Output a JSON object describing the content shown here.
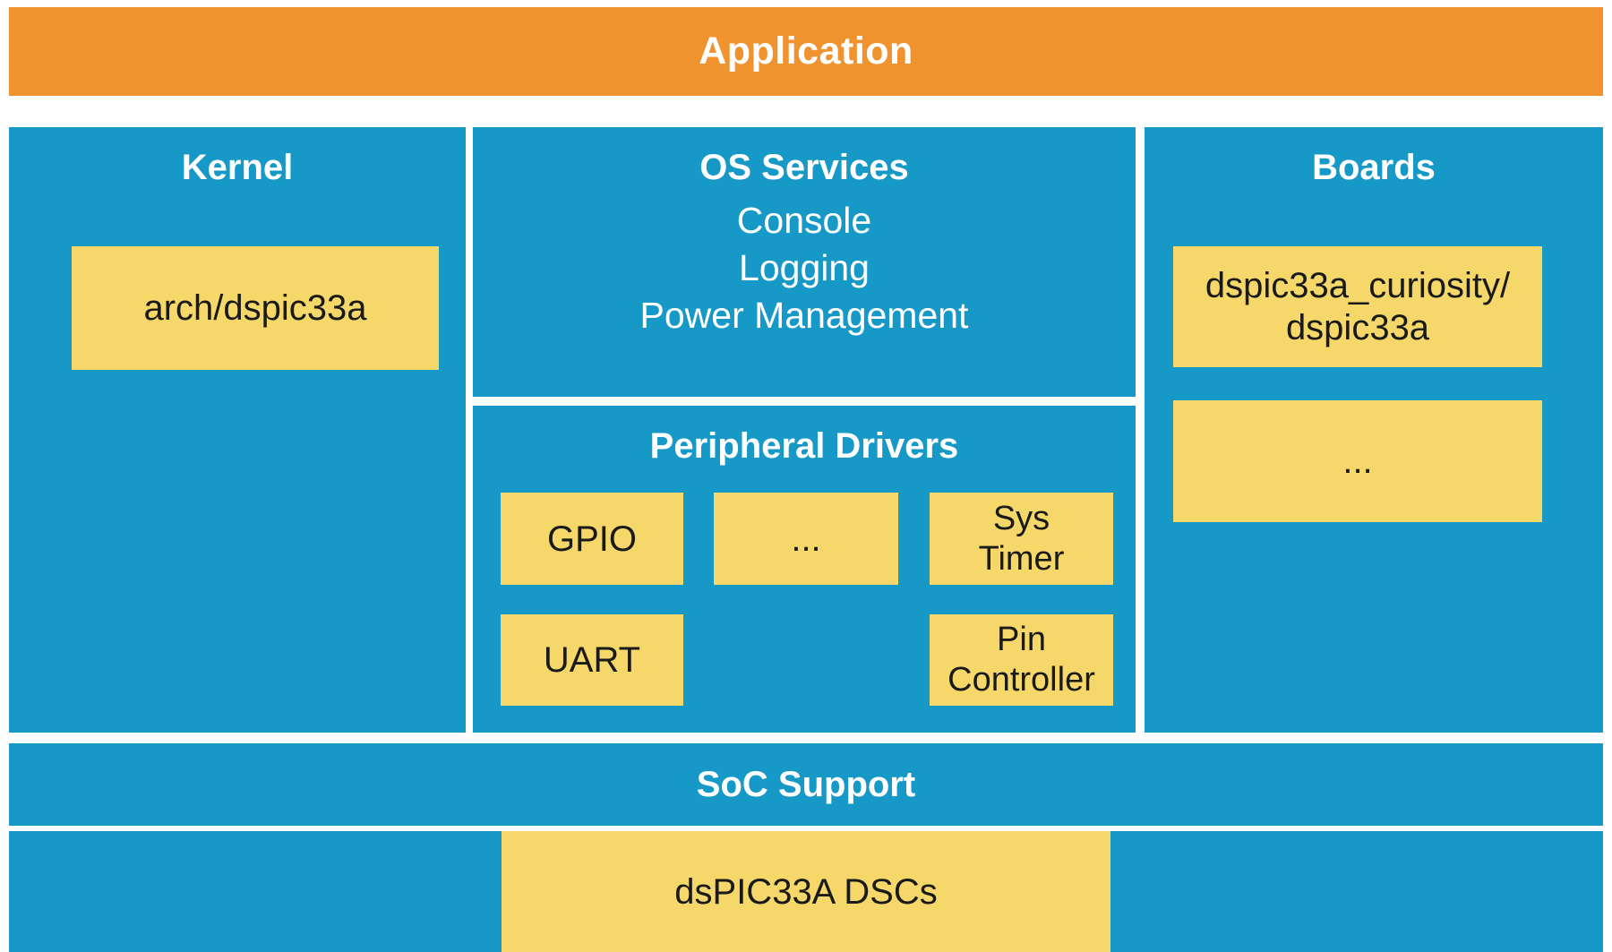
{
  "colors": {
    "orange": "#F0922D",
    "blue": "#1799C7",
    "yellow": "#F5D869",
    "box_text": "#1A1A1A",
    "header_text": "#FFFFFF"
  },
  "application": {
    "title": "Application"
  },
  "kernel": {
    "title": "Kernel",
    "boxes": [
      "arch/dspic33a"
    ]
  },
  "os_services": {
    "title": "OS Services",
    "services": [
      "Console",
      "Logging",
      "Power Management"
    ],
    "peripheral_drivers": {
      "title": "Peripheral Drivers",
      "boxes": [
        "GPIO",
        "...",
        "Sys\nTimer",
        "UART",
        "Pin\nController"
      ]
    }
  },
  "boards": {
    "title": "Boards",
    "boxes": [
      "dspic33a_curiosity/\ndspic33a",
      "..."
    ]
  },
  "soc_support": {
    "title": "SoC Support",
    "soc_box": "dsPIC33A DSCs"
  }
}
